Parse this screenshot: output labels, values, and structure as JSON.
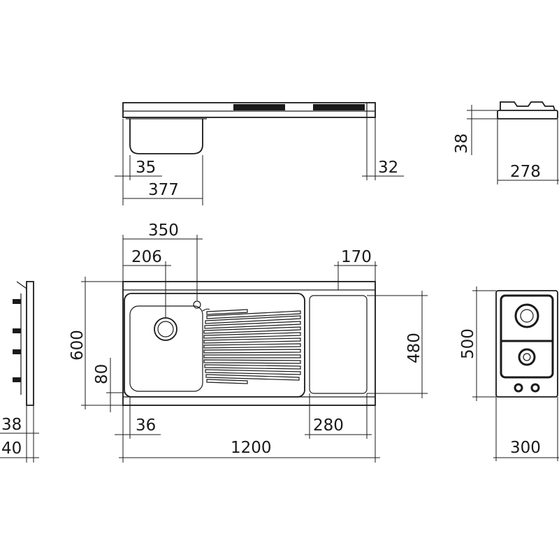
{
  "dimensions": {
    "top_sink_width": "35",
    "top_sink_bowl": "377",
    "top_right_thickness": "32",
    "hob_side_height": "38",
    "hob_side_width": "278",
    "sink_center_offset": "350",
    "drain_center_offset": "206",
    "right_panel_width": "170",
    "overall_depth": "600",
    "front_offset": "80",
    "left_margin": "36",
    "right_panel_length": "280",
    "inner_depth": "480",
    "overall_length": "1200",
    "profile_height_a": "38",
    "profile_height_b": "40",
    "hob_depth": "500",
    "hob_width": "300"
  }
}
